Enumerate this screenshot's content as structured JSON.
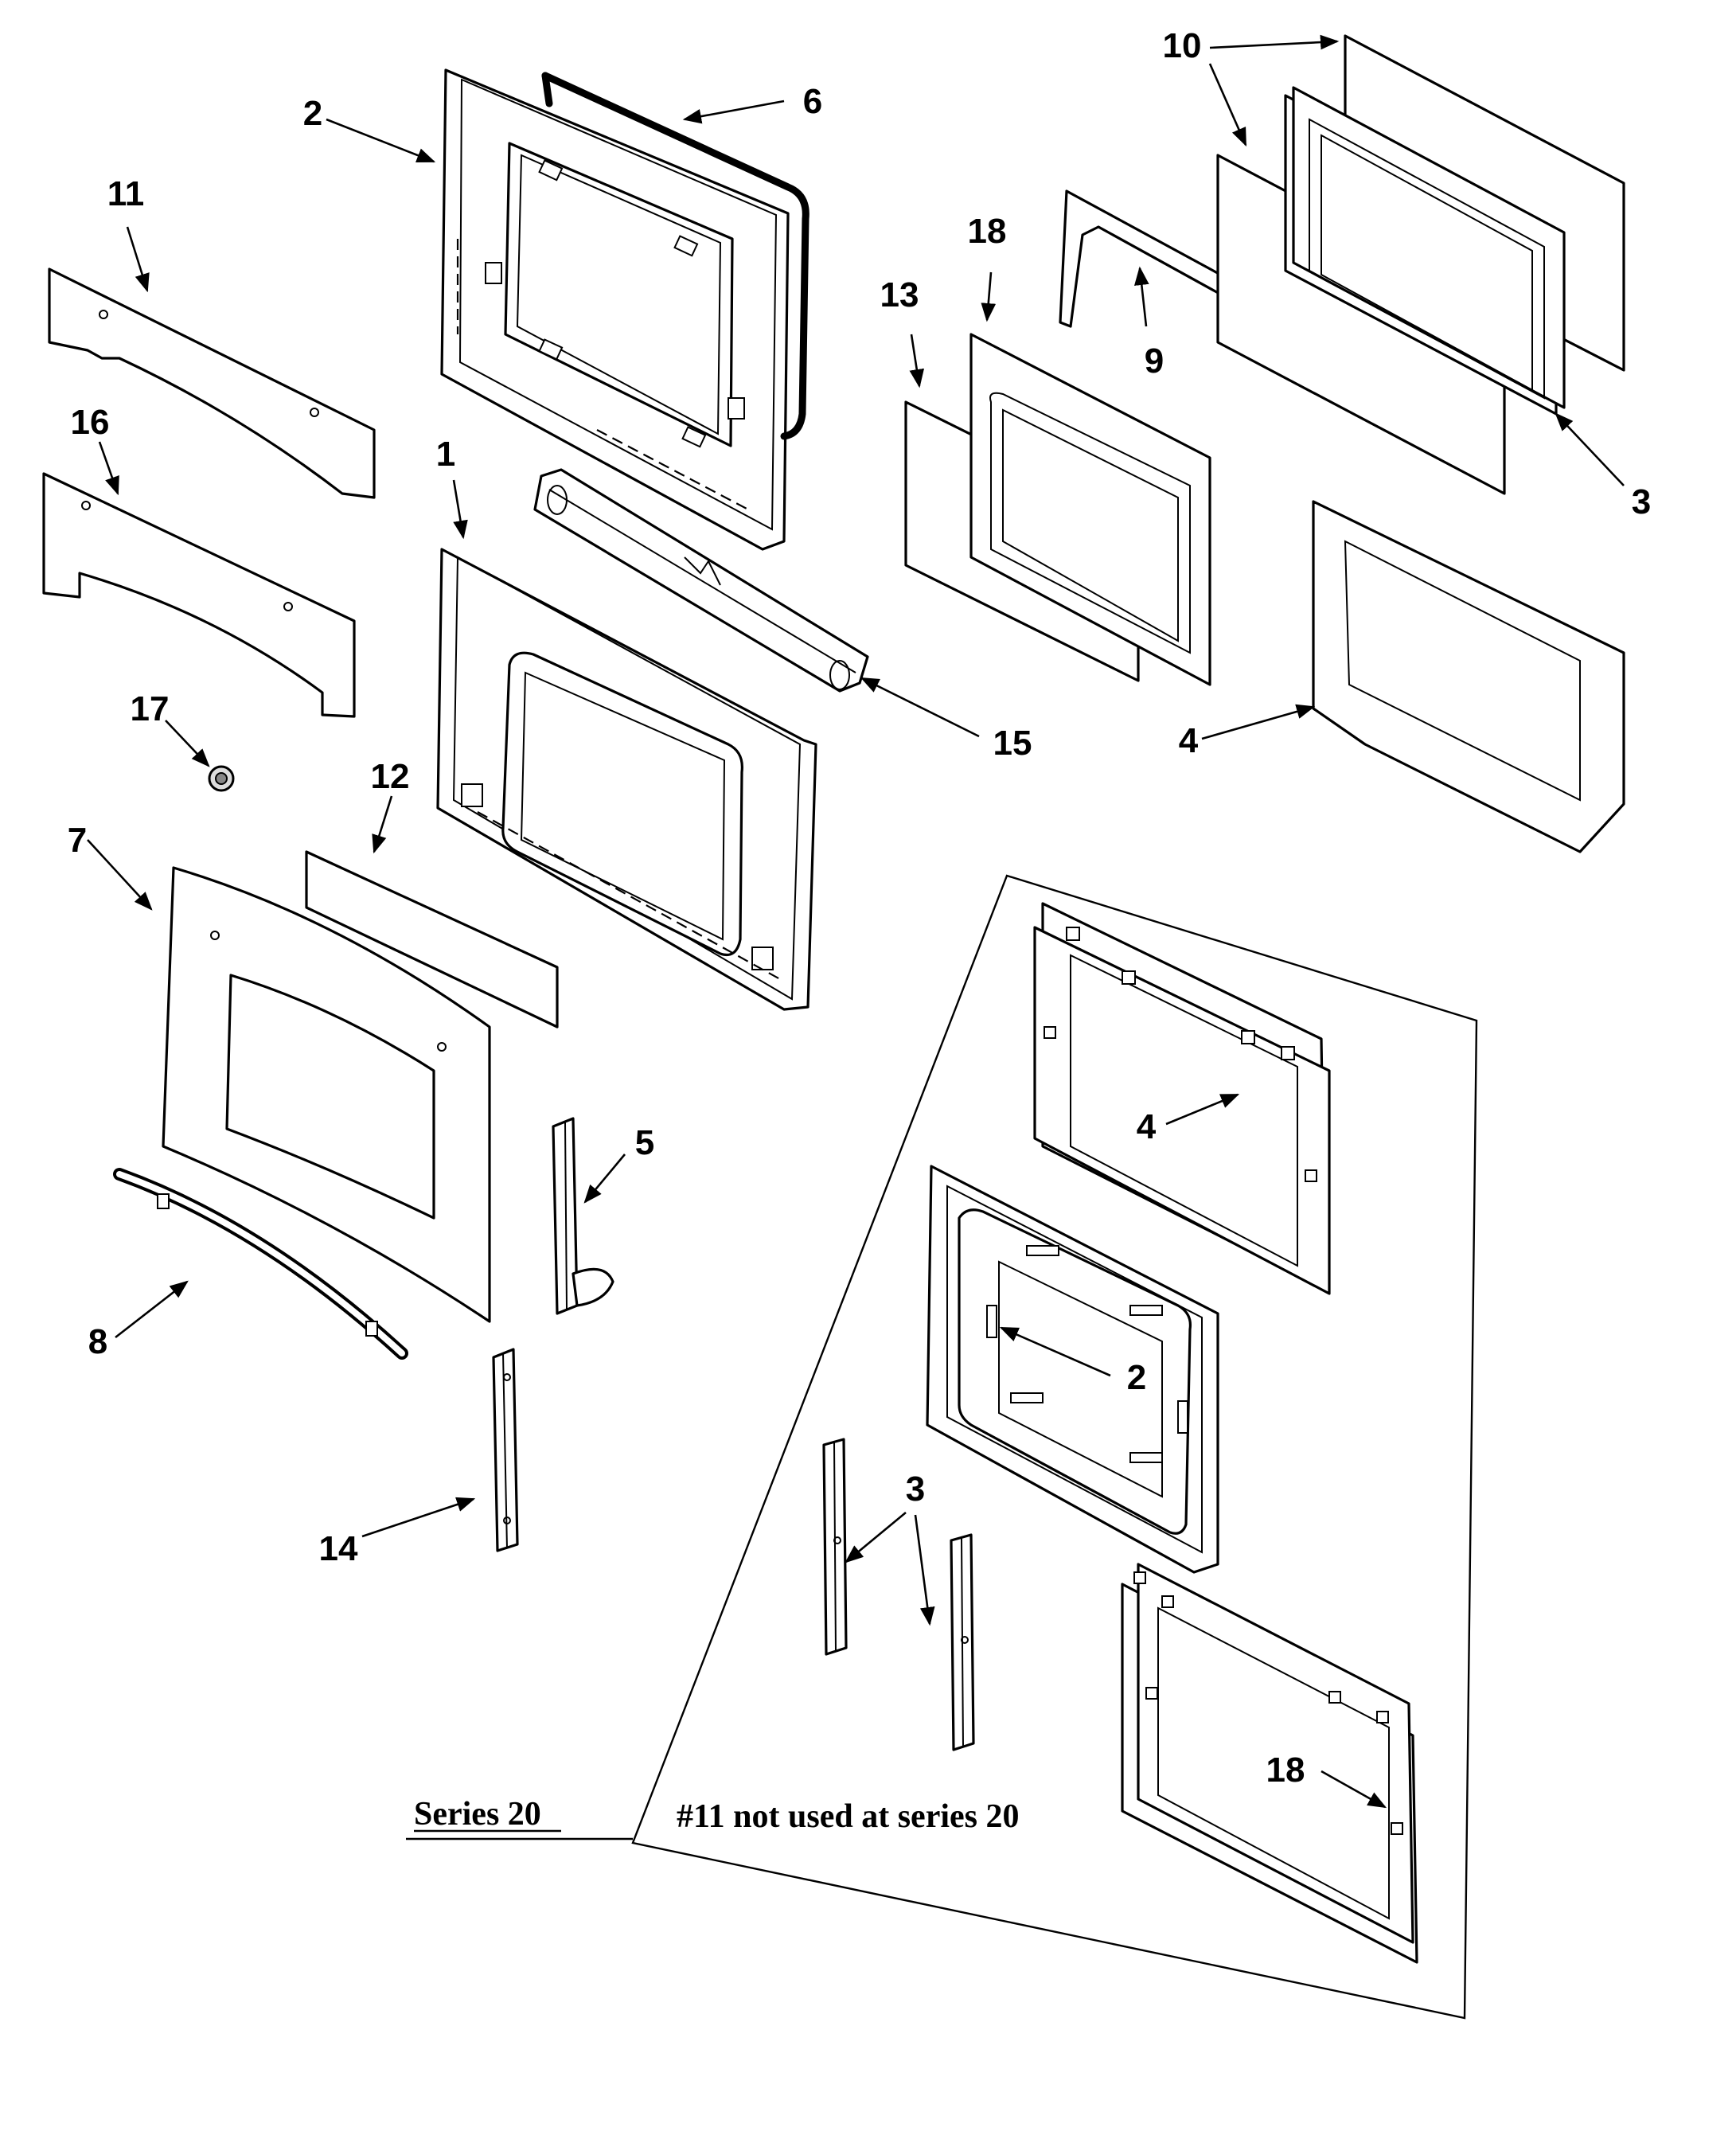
{
  "callouts": {
    "c1": "1",
    "c2": "2",
    "c3": "3",
    "c4": "4",
    "c5": "5",
    "c6": "6",
    "c7": "7",
    "c8": "8",
    "c9": "9",
    "c10": "10",
    "c11": "11",
    "c12": "12",
    "c13": "13",
    "c14": "14",
    "c15": "15",
    "c16": "16",
    "c17": "17",
    "c18": "18",
    "s_c2": "2",
    "s_c3": "3",
    "s_c4": "4",
    "s_c18": "18"
  },
  "captions": {
    "series": "Series 20",
    "note": "#11 not used at series 20"
  }
}
